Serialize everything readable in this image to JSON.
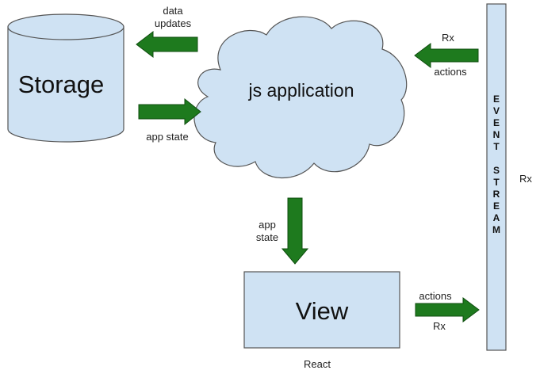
{
  "storage": {
    "title": "Storage"
  },
  "app": {
    "title": "js application"
  },
  "view": {
    "title": "View",
    "caption": "React"
  },
  "event_stream": {
    "words": [
      "EVENT",
      "STREAM"
    ],
    "side_label": "Rx"
  },
  "arrows": {
    "data_updates": {
      "line1": "data",
      "line2": "updates"
    },
    "app_state_storage": {
      "label": "app state"
    },
    "rx_actions_in": {
      "top": "Rx",
      "bottom": "actions"
    },
    "app_state_view": {
      "line1": "app",
      "line2": "state"
    },
    "view_actions_out": {
      "top": "actions",
      "bottom": "Rx"
    }
  },
  "colors": {
    "shape_fill": "#cfe2f3",
    "outline": "#555555",
    "arrow_fill": "#1e7a1e",
    "arrow_outline": "#0f4d0f"
  }
}
